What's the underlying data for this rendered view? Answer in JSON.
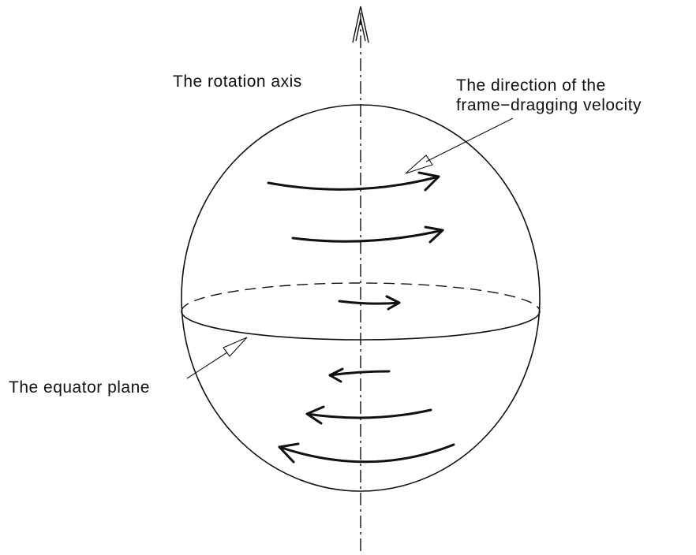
{
  "labels": {
    "rotation_axis": "The rotation axis",
    "frame_dragging_line1": "The direction of the",
    "frame_dragging_line2": "frame−dragging velocity",
    "equator_plane": "The equator plane"
  },
  "colors": {
    "stroke": "#111111",
    "background": "#ffffff"
  }
}
